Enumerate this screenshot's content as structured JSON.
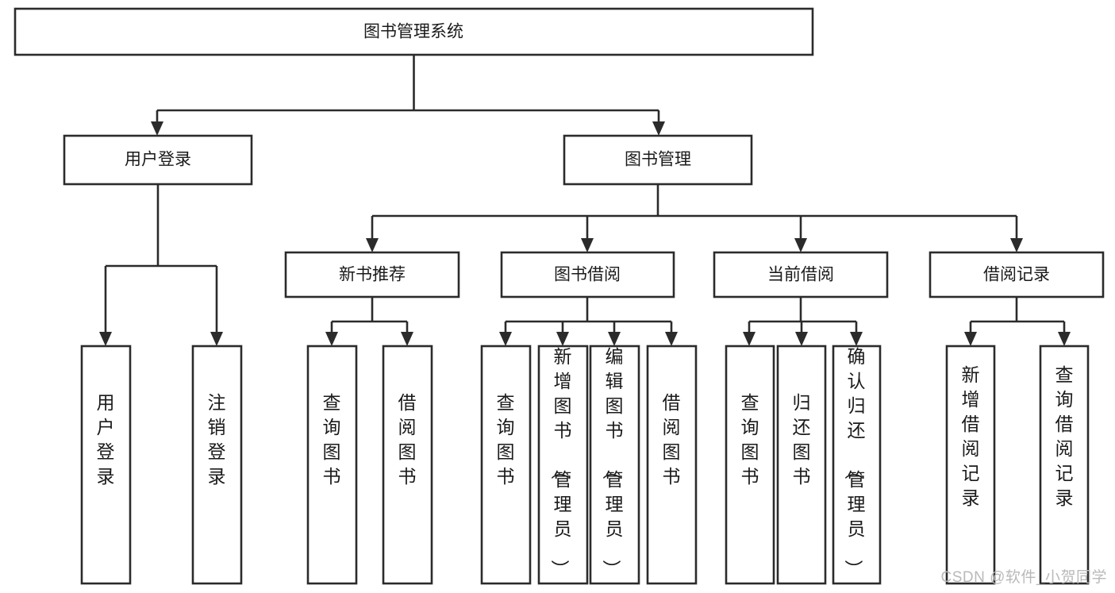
{
  "diagram": {
    "type": "tree-hierarchy",
    "title": "图书管理系统",
    "watermark": "CSDN @软件_小贺同学",
    "colors": {
      "stroke": "#2b2b2b",
      "box_fill": "#ffffff",
      "text": "#1a1a1a",
      "background": "#ffffff",
      "watermark": "#b9b9b9"
    },
    "root": {
      "label": "图书管理系统",
      "orientation": "horizontal"
    },
    "level2": [
      {
        "label": "用户登录",
        "orientation": "horizontal"
      },
      {
        "label": "图书管理",
        "orientation": "horizontal"
      }
    ],
    "level3": [
      {
        "label": "新书推荐",
        "orientation": "horizontal",
        "parent": "图书管理"
      },
      {
        "label": "图书借阅",
        "orientation": "horizontal",
        "parent": "图书管理"
      },
      {
        "label": "当前借阅",
        "orientation": "horizontal",
        "parent": "图书管理"
      },
      {
        "label": "借阅记录",
        "orientation": "horizontal",
        "parent": "图书管理"
      }
    ],
    "leaves": {
      "user_login": [
        {
          "label": "用户登录",
          "orientation": "vertical"
        },
        {
          "label": "注销登录",
          "orientation": "vertical"
        }
      ],
      "new_book_recommend": [
        {
          "label": "查询图书",
          "orientation": "vertical"
        },
        {
          "label": "借阅图书",
          "orientation": "vertical"
        }
      ],
      "book_borrow": [
        {
          "label": "查询图书",
          "orientation": "vertical"
        },
        {
          "label": "新增图书（管理员）",
          "orientation": "vertical"
        },
        {
          "label": "编辑图书（管理员）",
          "orientation": "vertical"
        },
        {
          "label": "借阅图书",
          "orientation": "vertical"
        }
      ],
      "current_borrow": [
        {
          "label": "查询图书",
          "orientation": "vertical"
        },
        {
          "label": "归还图书",
          "orientation": "vertical"
        },
        {
          "label": "确认归还（管理员）",
          "orientation": "vertical"
        }
      ],
      "borrow_record": [
        {
          "label": "新增借阅记录",
          "orientation": "vertical"
        },
        {
          "label": "查询借阅记录",
          "orientation": "vertical"
        }
      ]
    }
  }
}
